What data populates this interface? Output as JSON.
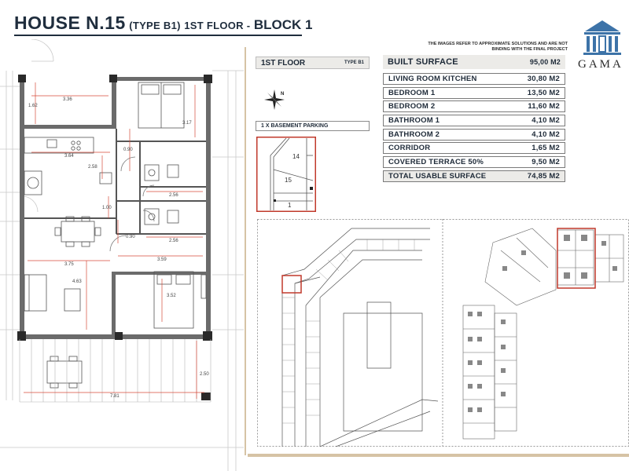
{
  "header": {
    "title_main": "HOUSE N.15",
    "title_type": "(TYPE B1)",
    "title_floor": "1ST FLOOR -",
    "title_block": "BLOCK 1"
  },
  "disclaimer": {
    "line1": "THE IMAGES REFER TO APPROXIMATE SOLUTIONS AND ARE NOT",
    "line2": "BINDING WITH THE FINAL PROJECT"
  },
  "logo": {
    "text": "GAMA"
  },
  "floor_info": {
    "floor_label": "1ST FLOOR",
    "type_label": "TYPE B1",
    "parking": "1 X BASEMENT PARKING"
  },
  "surfaces": {
    "built": {
      "label": "BUILT SURFACE",
      "value": "95,00 M2"
    },
    "rooms": [
      {
        "label": "LIVING ROOM KITCHEN",
        "value": "30,80 M2"
      },
      {
        "label": "BEDROOM 1",
        "value": "13,50 M2"
      },
      {
        "label": "BEDROOM 2",
        "value": "11,60 M2"
      },
      {
        "label": "BATHROOM 1",
        "value": "4,10 M2"
      },
      {
        "label": "BATHROOM 2",
        "value": "4,10 M2"
      },
      {
        "label": "CORRIDOR",
        "value": "1,65 M2"
      },
      {
        "label": "COVERED TERRACE 50%",
        "value": "9,50 M2"
      }
    ],
    "total": {
      "label": "TOTAL USABLE SURFACE",
      "value": "74,85 M2"
    }
  },
  "plan_dimensions": {
    "d1": "3.36",
    "d2": "1.62",
    "d3": "3.17",
    "d4": "0.90",
    "d5": "3.64",
    "d6": "2.58",
    "d7": "2.56",
    "d8": "1.00",
    "d9": "0.90",
    "d10": "2.56",
    "d11": "3.75",
    "d12": "3.59",
    "d13": "4.63",
    "d14": "3.52",
    "d15": "7.81",
    "d16": "2.50"
  },
  "keyplan": {
    "n14": "14",
    "n15": "15",
    "n1": "1"
  },
  "compass": {
    "north": "N"
  }
}
